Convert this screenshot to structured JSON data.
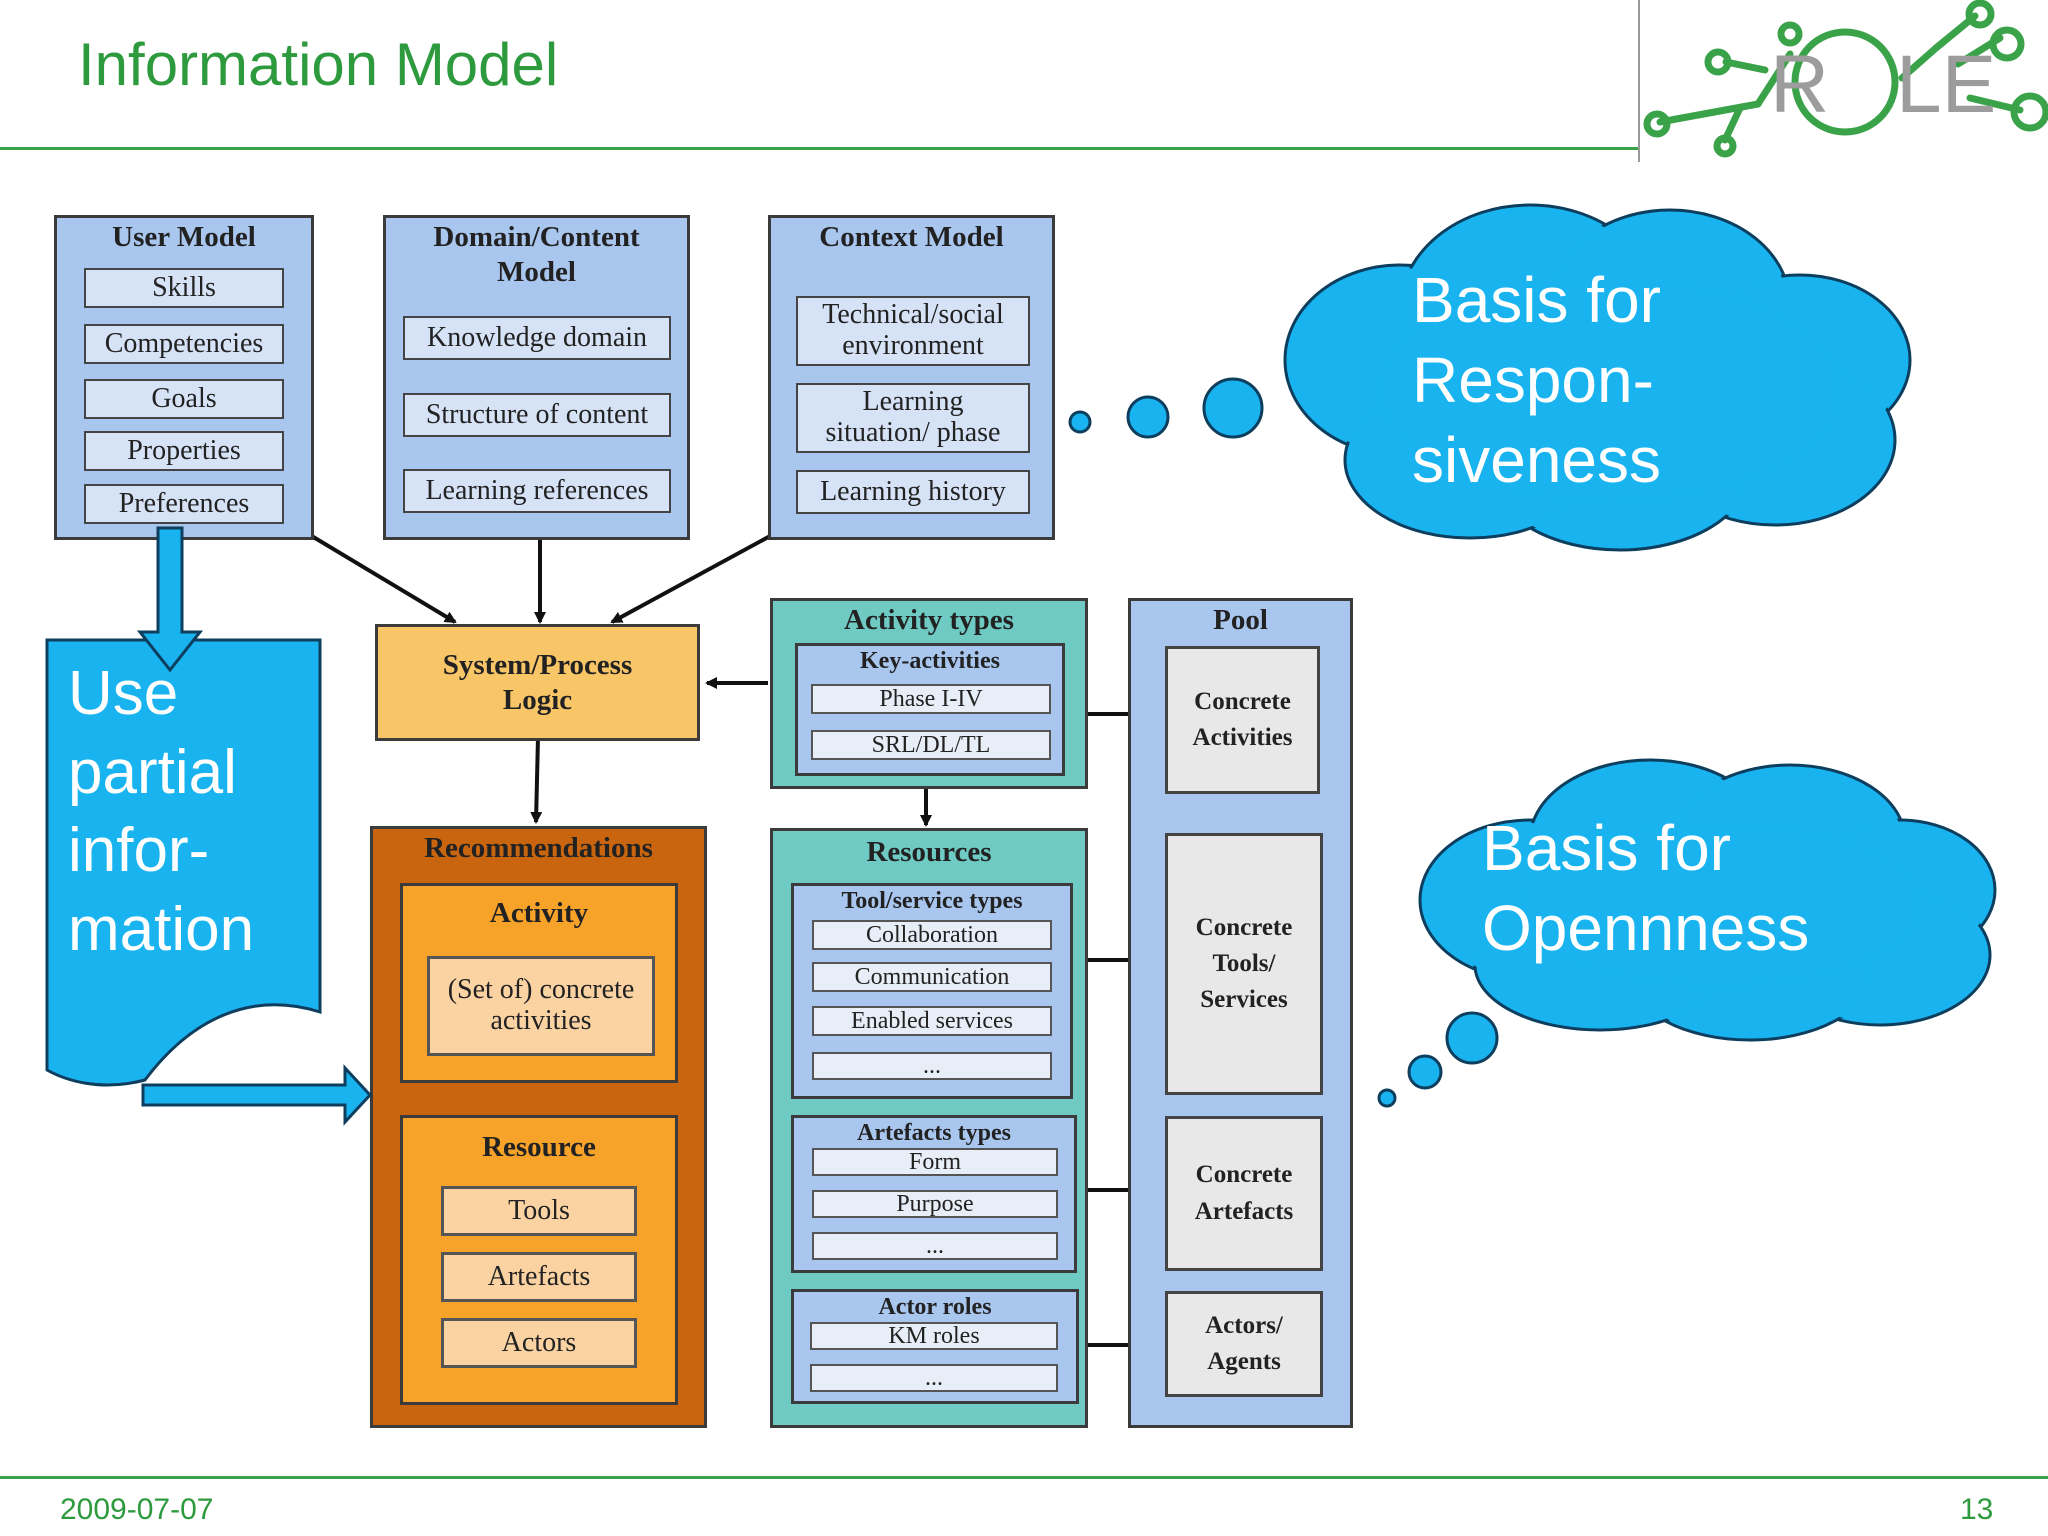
{
  "slide": {
    "title": "Information Model",
    "date": "2009-07-07",
    "page_number": "13",
    "logo_text": "ROLE"
  },
  "colors": {
    "accent_green": "#2e9a3e",
    "cloud_blue": "#19b4f0",
    "model_blue": "#a9c6ef",
    "teal": "#6fcac4",
    "orange": "#c8650e",
    "light_orange": "#f7a229",
    "yellow": "#f8c567"
  },
  "user_model": {
    "title": "User Model",
    "items": [
      "Skills",
      "Competencies",
      "Goals",
      "Properties",
      "Preferences"
    ]
  },
  "domain_model": {
    "title_line1": "Domain/Content",
    "title_line2": "Model",
    "items": [
      "Knowledge domain",
      "Structure of content",
      "Learning references"
    ]
  },
  "context_model": {
    "title": "Context Model",
    "items": [
      {
        "line1": "Technical/social",
        "line2": "environment"
      },
      {
        "line1": "Learning",
        "line2": "situation/ phase"
      },
      {
        "line1": "Learning history",
        "line2": ""
      }
    ]
  },
  "logic": {
    "line1": "System/Process",
    "line2": "Logic"
  },
  "activity_types": {
    "title": "Activity types",
    "key_title": "Key-activities",
    "items": [
      "Phase I-IV",
      "SRL/DL/TL"
    ]
  },
  "recommendations": {
    "title": "Recommendations",
    "activity": {
      "title": "Activity",
      "line1": "(Set of) concrete",
      "line2": "activities"
    },
    "resource": {
      "title": "Resource",
      "items": [
        "Tools",
        "Artefacts",
        "Actors"
      ]
    }
  },
  "resources": {
    "title": "Resources",
    "tool_types": {
      "title": "Tool/service types",
      "items": [
        "Collaboration",
        "Communication",
        "Enabled services",
        "..."
      ]
    },
    "artefact_types": {
      "title": "Artefacts types",
      "items": [
        "Form",
        "Purpose",
        "..."
      ]
    },
    "actor_roles": {
      "title": "Actor roles",
      "items": [
        "KM roles",
        "..."
      ]
    }
  },
  "pool": {
    "title": "Pool",
    "items": [
      {
        "line1": "Concrete",
        "line2": "Activities",
        "line3": ""
      },
      {
        "line1": "Concrete",
        "line2": "Tools/",
        "line3": "Services"
      },
      {
        "line1": "Concrete",
        "line2": "Artefacts",
        "line3": ""
      },
      {
        "line1": "Actors/",
        "line2": "Agents",
        "line3": ""
      }
    ]
  },
  "callouts": {
    "responsiveness": {
      "line1": "Basis for",
      "line2": "Respon-",
      "line3": "siveness"
    },
    "openness": {
      "line1": "Basis for",
      "line2": "Opennness"
    },
    "partial": {
      "line1": "Use",
      "line2": "partial",
      "line3": "infor-",
      "line4": "mation"
    }
  }
}
